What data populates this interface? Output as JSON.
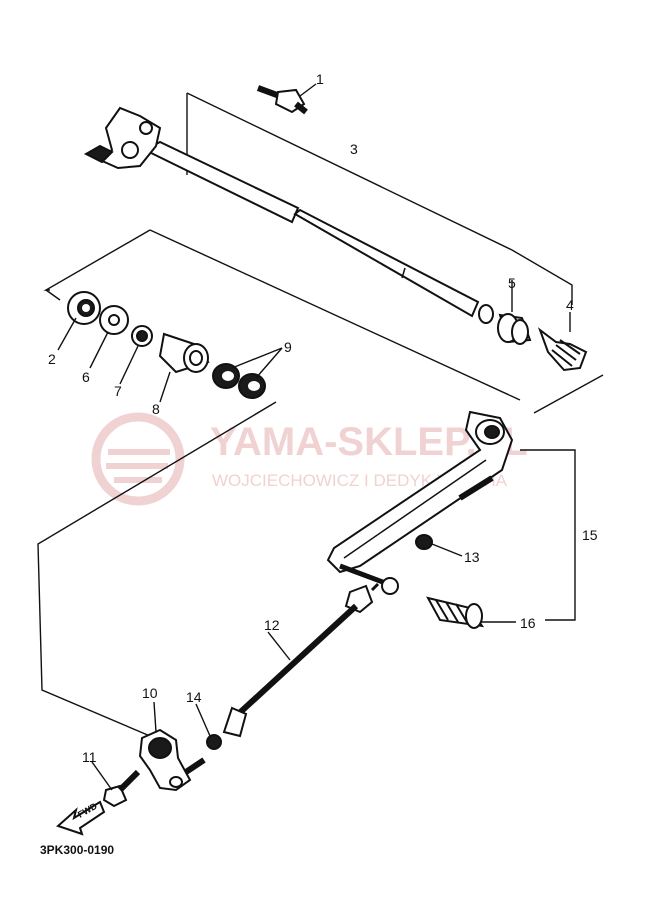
{
  "watermark": {
    "brand": "YAMA-SKLEP.PL",
    "tagline": "WOJCIECHOWICZ I DEDYK YAMAHA"
  },
  "diagram_code": "3PK300-0190",
  "fwd_label": "FWD",
  "callouts": {
    "p1": "1",
    "p2": "2",
    "p3": "3",
    "p4": "4",
    "p5": "5",
    "p6": "6",
    "p7": "7",
    "p8": "8",
    "p9": "9",
    "p10": "10",
    "p11": "11",
    "p12": "12",
    "p13": "13",
    "p14": "14",
    "p15": "15",
    "p16": "16"
  },
  "colors": {
    "line": "#111111",
    "watermark": "#f1d2d2"
  }
}
